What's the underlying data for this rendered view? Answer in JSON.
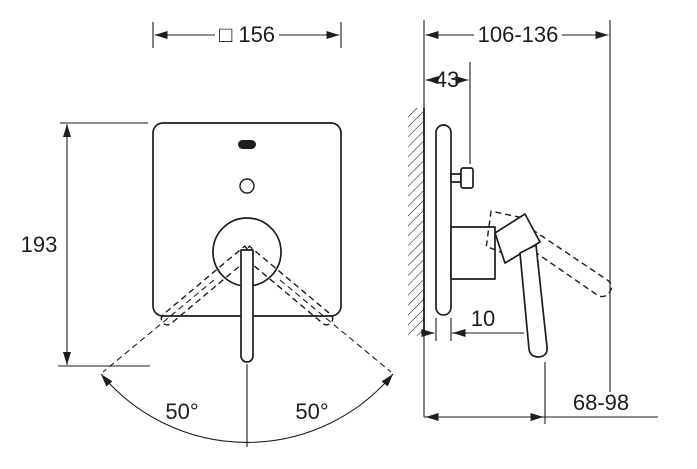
{
  "drawing": {
    "background": "#ffffff",
    "line_color": "#1d1d1b",
    "front_view": {
      "width_label": "□ 156",
      "height_label": "193",
      "angle_left_label": "50°",
      "angle_right_label": "50°"
    },
    "side_view": {
      "depth_range_label": "106-136",
      "screw_offset_label": "43",
      "plate_thickness_label": "10",
      "handle_range_label": "68-98"
    }
  }
}
